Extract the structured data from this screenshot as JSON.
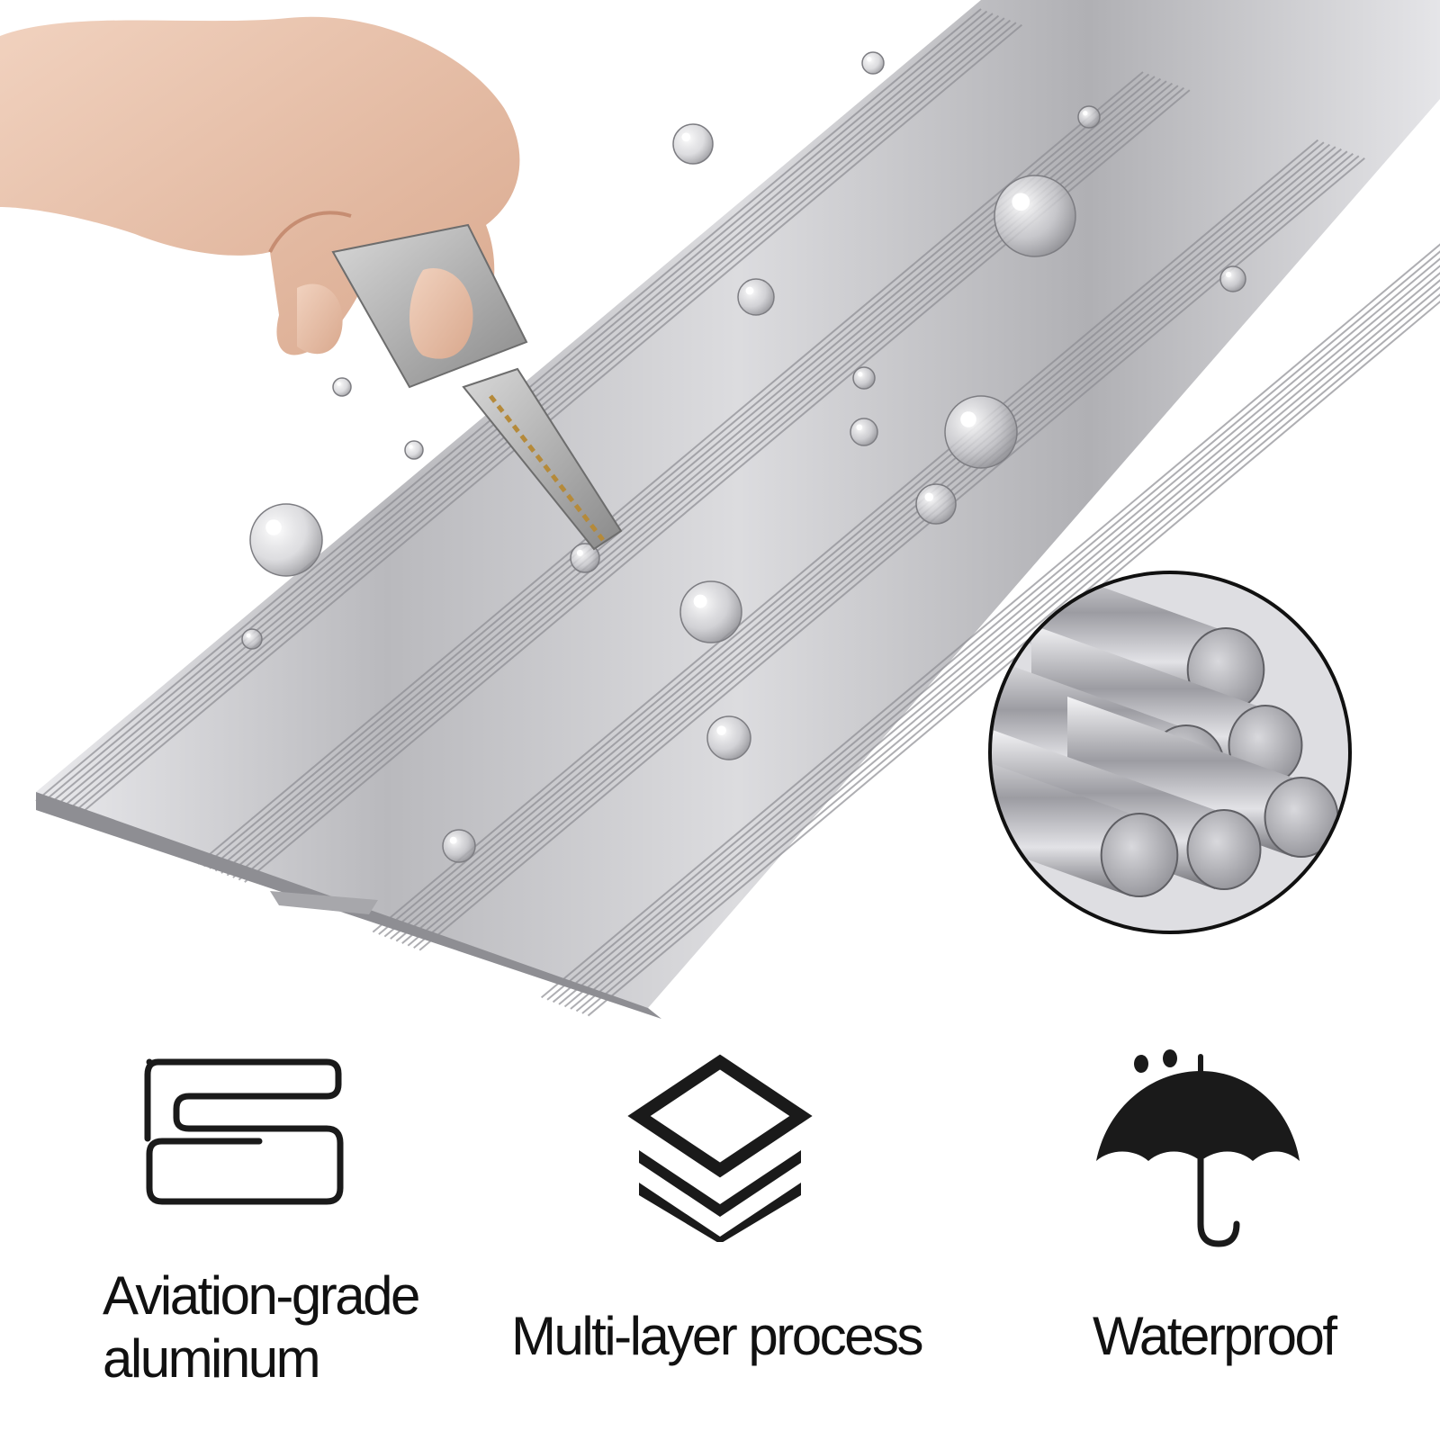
{
  "features": [
    {
      "icon": "aluminum-profile-icon",
      "label": "Aviation-grade\naluminum"
    },
    {
      "icon": "layers-icon",
      "label": "Multi-layer process"
    },
    {
      "icon": "umbrella-icon",
      "label": "Waterproof"
    }
  ],
  "colors": {
    "background": "#ffffff",
    "text": "#111111",
    "icon": "#1a1a1a",
    "aluminum": "#c9c9cb",
    "aluminum_shadow": "#9a9a9e"
  }
}
